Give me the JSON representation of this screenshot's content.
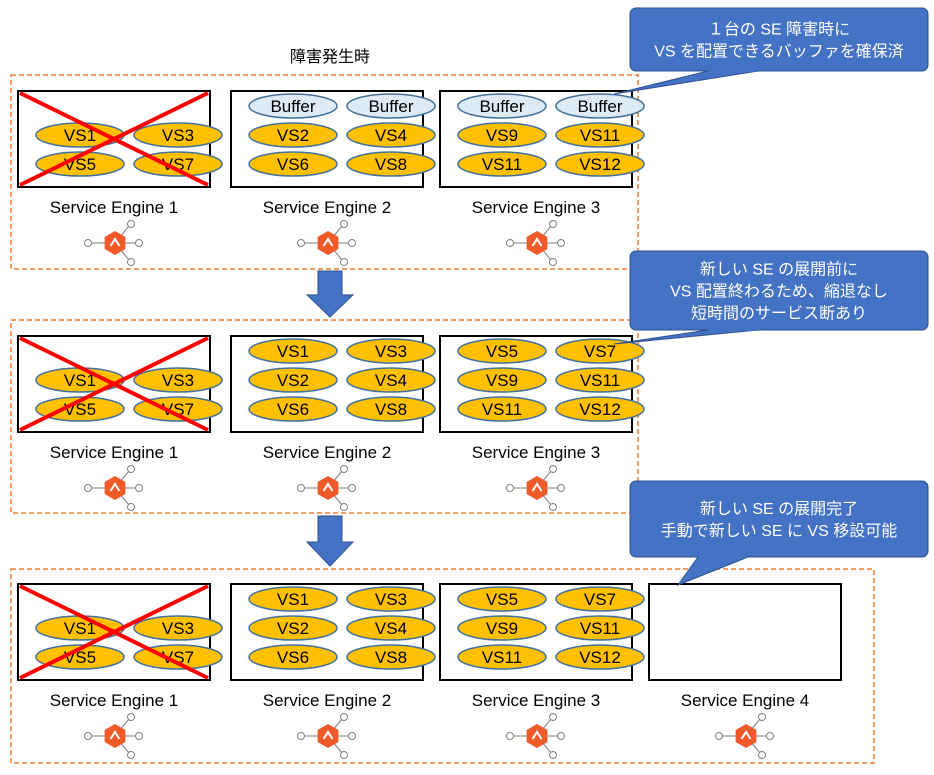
{
  "title": "障害発生時",
  "callouts": [
    {
      "lines": [
        "１台の SE 障害時に",
        "VS を配置できるバッファを確保済"
      ]
    },
    {
      "lines": [
        "新しい SE の展開前に",
        "VS 配置終わるため、縮退なし",
        "短時間のサービス断あり"
      ]
    },
    {
      "lines": [
        "新しい SE の展開完了",
        "手動で新しい SE に VS 移設可能"
      ]
    }
  ],
  "stages": [
    {
      "engines": [
        {
          "name": "Service Engine 1",
          "failed": true,
          "slots": [
            [
              "",
              ""
            ],
            [
              "VS1",
              "VS3"
            ],
            [
              "VS5",
              "VS7"
            ]
          ]
        },
        {
          "name": "Service Engine 2",
          "failed": false,
          "slots": [
            [
              "Buffer",
              "Buffer"
            ],
            [
              "VS2",
              "VS4"
            ],
            [
              "VS6",
              "VS8"
            ]
          ]
        },
        {
          "name": "Service Engine 3",
          "failed": false,
          "slots": [
            [
              "Buffer",
              "Buffer"
            ],
            [
              "VS9",
              "VS11"
            ],
            [
              "VS11",
              "VS12"
            ]
          ]
        }
      ]
    },
    {
      "engines": [
        {
          "name": "Service Engine 1",
          "failed": true,
          "slots": [
            [
              "",
              ""
            ],
            [
              "VS1",
              "VS3"
            ],
            [
              "VS5",
              "VS7"
            ]
          ]
        },
        {
          "name": "Service Engine 2",
          "failed": false,
          "slots": [
            [
              "VS1",
              "VS3"
            ],
            [
              "VS2",
              "VS4"
            ],
            [
              "VS6",
              "VS8"
            ]
          ]
        },
        {
          "name": "Service Engine 3",
          "failed": false,
          "slots": [
            [
              "VS5",
              "VS7"
            ],
            [
              "VS9",
              "VS11"
            ],
            [
              "VS11",
              "VS12"
            ]
          ]
        }
      ]
    },
    {
      "engines": [
        {
          "name": "Service Engine 1",
          "failed": true,
          "slots": [
            [
              "",
              ""
            ],
            [
              "VS1",
              "VS3"
            ],
            [
              "VS5",
              "VS7"
            ]
          ]
        },
        {
          "name": "Service Engine 2",
          "failed": false,
          "slots": [
            [
              "VS1",
              "VS3"
            ],
            [
              "VS2",
              "VS4"
            ],
            [
              "VS6",
              "VS8"
            ]
          ]
        },
        {
          "name": "Service Engine 3",
          "failed": false,
          "slots": [
            [
              "VS5",
              "VS7"
            ],
            [
              "VS9",
              "VS11"
            ],
            [
              "VS11",
              "VS12"
            ]
          ]
        },
        {
          "name": "Service Engine 4",
          "failed": false,
          "slots": [
            [
              "",
              ""
            ],
            [
              "",
              ""
            ],
            [
              "",
              ""
            ]
          ]
        }
      ]
    }
  ],
  "colors": {
    "frame": "#ED7D31",
    "vs_fill": "#FFC000",
    "buffer_fill": "#DEEBF7",
    "ellipse_stroke": "#41719C",
    "cross": "#FF0000",
    "callout_fill": "#4472C4",
    "callout_stroke": "#2F528F",
    "arrow": "#4472C4",
    "icon": "#F05A28"
  },
  "icons": {
    "engine": "service-engine-hexagon-icon",
    "down_arrow": "down-arrow-icon"
  }
}
